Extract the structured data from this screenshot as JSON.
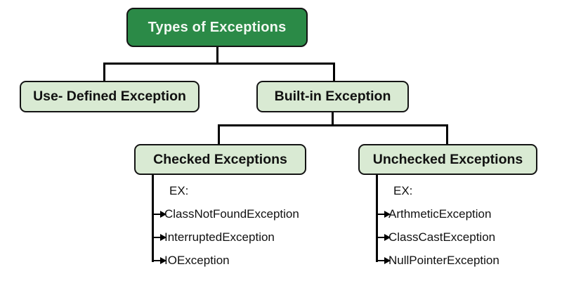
{
  "tree": {
    "root": "Types of Exceptions",
    "user_defined": "Use- Defined Exception",
    "built_in": "Built-in Exception",
    "checked": {
      "label": "Checked Exceptions",
      "example_label": "EX:",
      "items": [
        "ClassNotFoundException",
        "InterruptedException",
        "IOException"
      ]
    },
    "unchecked": {
      "label": "Unchecked Exceptions",
      "example_label": "EX:",
      "items": [
        "ArthmeticException",
        "ClassCastException",
        "NullPointerException"
      ]
    }
  },
  "colors": {
    "background": "#ffffff",
    "root_fill": "#2b8a47",
    "root_text": "#f2f8f2",
    "node_fill": "#d9ead3",
    "node_border": "#141414",
    "connector": "#000000",
    "text": "#111111"
  }
}
